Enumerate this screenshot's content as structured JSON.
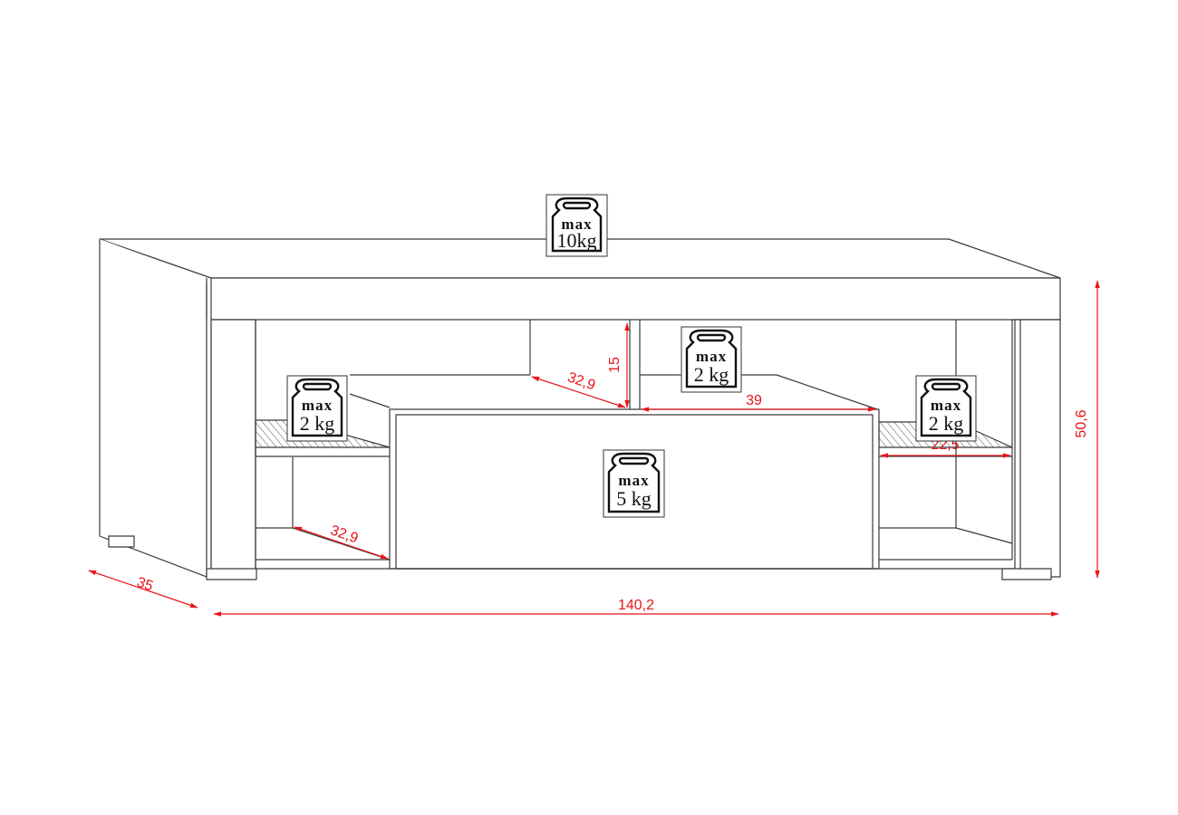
{
  "colors": {
    "outline": "#3a3a3a",
    "dimension": "#e8141a",
    "badge": "#111111"
  },
  "dimensions": {
    "width": "140,2",
    "depth": "35",
    "height": "50,6",
    "niche_height": "15",
    "niche_depth_top": "32,9",
    "niche_depth_bottom": "32,9",
    "drawer_top_width": "39",
    "side_shelf_width": "22,5"
  },
  "loads": {
    "top": {
      "max": "max",
      "weight": "10kg",
      "icon": "weight-icon"
    },
    "middle_niche": {
      "max": "max",
      "weight": "2 kg",
      "icon": "weight-icon"
    },
    "left_shelf": {
      "max": "max",
      "weight": "2 kg",
      "icon": "weight-icon"
    },
    "right_shelf": {
      "max": "max",
      "weight": "2 kg",
      "icon": "weight-icon"
    },
    "drawer": {
      "max": "max",
      "weight": "5 kg",
      "icon": "weight-icon"
    }
  }
}
